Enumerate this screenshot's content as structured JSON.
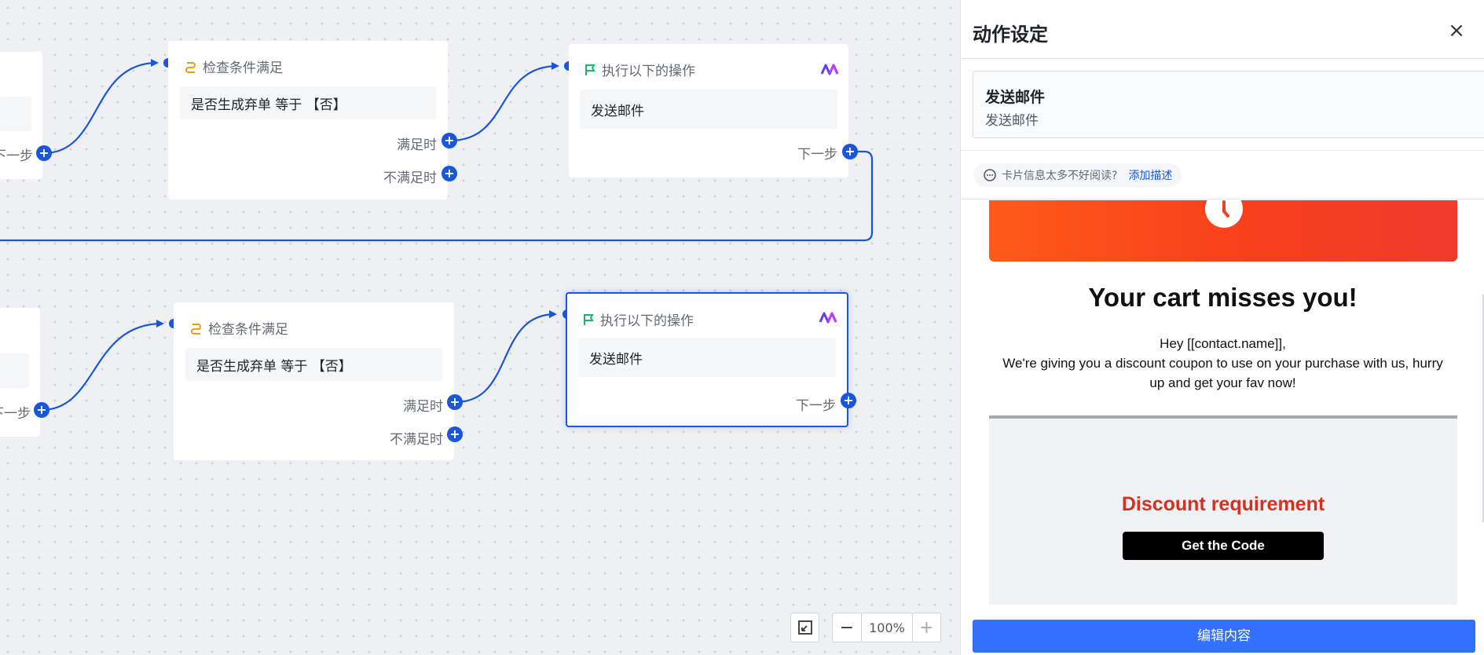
{
  "canvas": {
    "row1": {
      "left_node": {
        "port_label": "下一步"
      },
      "condition": {
        "title": "检查条件满足",
        "condition_text": "是否生成弃单 等于 【否】",
        "yes_label": "满足时",
        "no_label": "不满足时"
      },
      "action": {
        "title": "执行以下的操作",
        "body": "发送邮件",
        "next_label": "下一步"
      }
    },
    "row2": {
      "left_node": {
        "port_label": "下一步"
      },
      "condition": {
        "title": "检查条件满足",
        "condition_text": "是否生成弃单 等于 【否】",
        "yes_label": "满足时",
        "no_label": "不满足时"
      },
      "action": {
        "title": "执行以下的操作",
        "body": "发送邮件",
        "next_label": "下一步"
      }
    },
    "zoom": {
      "level": "100%",
      "minus": "−",
      "plus": "+"
    },
    "colors": {
      "edge": "#1a56db",
      "condition_icon": "#f59a0b",
      "flag_icon": "#23b26d"
    }
  },
  "panel": {
    "title": "动作设定",
    "close_icon": "×",
    "action_card": {
      "title": "发送邮件",
      "subtitle": "发送邮件"
    },
    "tip": {
      "text": "卡片信息太多不好阅读?",
      "link": "添加描述"
    },
    "email_preview": {
      "heading": "Your cart misses you!",
      "greeting": "Hey [[contact.name]],",
      "body": "We're giving you a discount coupon to use on your purchase with us, hurry up and get your fav now!",
      "discount_title": "Discount requirement",
      "button": "Get the Code",
      "banner_color": "#f8421c"
    },
    "edit_button": "编辑内容"
  }
}
